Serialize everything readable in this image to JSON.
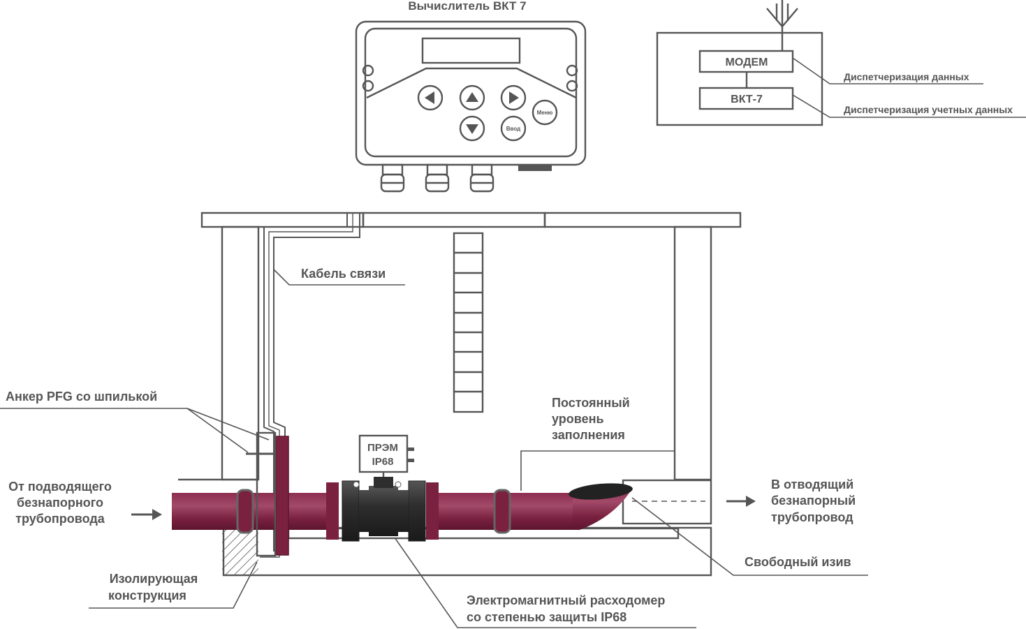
{
  "computer": {
    "title": "Вычислитель ВКТ 7",
    "btn_menu": "Меню",
    "btn_enter": "Ввод"
  },
  "modem_box": {
    "modem": "МОДЕМ",
    "vkt": "ВКТ-7",
    "label_data": "Диспетчеризация данных",
    "label_accounting": "Диспетчеризация учетных данных"
  },
  "labels": {
    "cable": "Кабель связи",
    "anchor": "Анкер PFG со шпилькой",
    "inlet": [
      "От подводящего",
      "безнапорного",
      "трубопровода"
    ],
    "isolating": [
      "Изолирующая",
      "конструкция"
    ],
    "level": [
      "Постоянный",
      "уровень",
      "заполнения"
    ],
    "outlet": [
      "В отводящий",
      "безнапорный",
      "трубопровод"
    ],
    "free_bend": "Свободный изив",
    "flowmeter": [
      "Электромагнитный расходомер",
      "со степенью защиты IP68"
    ],
    "prem_tag": [
      "ПРЭМ",
      "IP68"
    ]
  },
  "colors": {
    "pipe": "#7a2140",
    "pipe_highlight": "#a84a6a",
    "meter_body": "#3a3a3a",
    "line": "#555555"
  }
}
